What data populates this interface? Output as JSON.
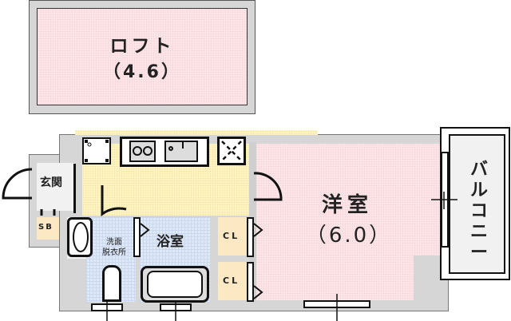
{
  "rooms": {
    "loft": {
      "name": "ロフト",
      "size": "（4.6）"
    },
    "western_room": {
      "name": "洋室",
      "size": "（6.0）"
    },
    "balcony": {
      "name": "バルコニー",
      "chars": [
        "バ",
        "ル",
        "コ",
        "ニ",
        "ー"
      ]
    },
    "entrance": {
      "name": "玄関"
    },
    "shoe_box": {
      "name": "SB"
    },
    "washroom": {
      "line1": "洗面",
      "line2": "脱衣所"
    },
    "bathroom": {
      "name": "浴室"
    },
    "closet_upper": {
      "name": "CL"
    },
    "closet_lower": {
      "name": "CL"
    }
  },
  "colors": {
    "western_room": "#fbe3e6",
    "kitchen": "#fdf2c0",
    "bathroom": "#dfe9f7",
    "closet": "#fde8c4",
    "wall": "#d6d6d6"
  }
}
